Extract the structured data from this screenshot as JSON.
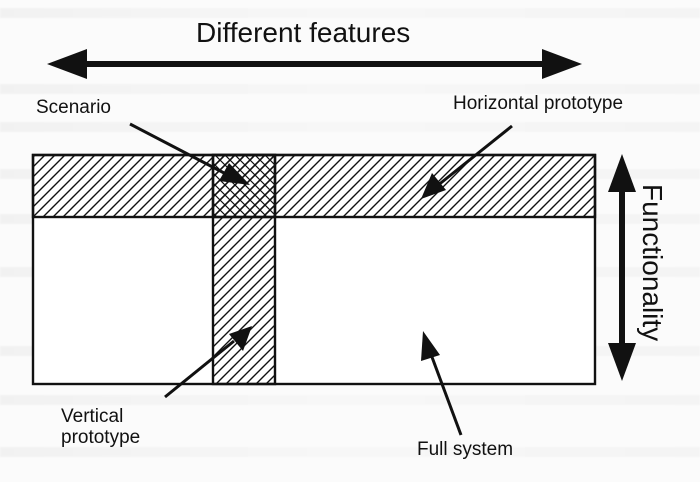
{
  "diagram": {
    "header": "Different features",
    "side_label": "Functionality",
    "labels": {
      "scenario": "Scenario",
      "horizontal_prototype": "Horizontal prototype",
      "vertical_prototype": "Vertical\nprototype",
      "full_system": "Full system"
    },
    "colors": {
      "stroke": "#111111",
      "background": "#fbfbfb"
    }
  }
}
